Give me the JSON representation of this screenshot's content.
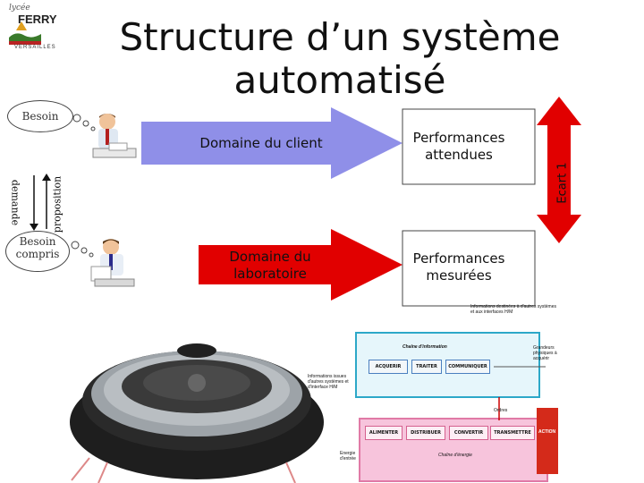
{
  "logo": {
    "script": "lycée",
    "name": "FERRY",
    "city": "VERSAILLES"
  },
  "title": {
    "line1": "Structure d’un système",
    "line2": "automatisé"
  },
  "bubbles": {
    "need": "Besoin",
    "understood_1": "Besoin",
    "understood_2": "compris"
  },
  "vertical_labels": {
    "demand": "demande",
    "proposition": "proposition",
    "gap": "Ecart 1"
  },
  "arrows": {
    "client": {
      "label": "Domaine du client",
      "color": "#8f8fe8"
    },
    "lab": {
      "label_1": "Domaine du",
      "label_2": "laboratoire",
      "color": "#e10000"
    }
  },
  "performances": {
    "expected_1": "Performances",
    "expected_2": "attendues",
    "measured_1": "Performances",
    "measured_2": "mesurées"
  },
  "gap_arrow_color": "#e10000",
  "diagram": {
    "info_chain": "Chaîne d'information",
    "energy_chain": "Chaîne d'énergie",
    "info_boxes": [
      "ACQUERIR",
      "TRAITER",
      "COMMUNIQUER"
    ],
    "energy_boxes": [
      "ALIMENTER",
      "DISTRIBUER",
      "CONVERTIR",
      "TRANSMETTRE"
    ],
    "action": "ACTION",
    "top_note": "Informations destinées à d'autres systèmes et aux interfaces H/M",
    "left_note": "Informations issues d'autres systèmes et d'interface H/M",
    "right_note": "Grandeurs physiques à acquérir",
    "orders": "Ordres",
    "energy_input": "Energie d'entrée"
  }
}
